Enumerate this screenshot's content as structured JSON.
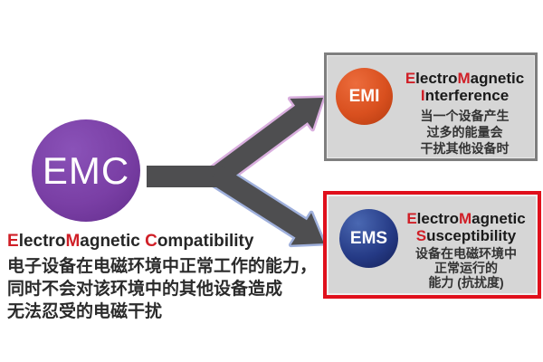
{
  "colors": {
    "accent_red": "#d01f27",
    "arrow_gray": "#4e4e50",
    "upper_arrow_glow": "#d9aede",
    "lower_arrow_glow": "#9fb0dc",
    "emc_purple": "#7a3fa5",
    "emi_orange": "#d9501f",
    "ems_navy": "#253a85",
    "box_bg": "#d6d6d6",
    "emi_border": "#7f7f7f",
    "ems_border": "#e0101c",
    "text_dark": "#262626"
  },
  "emc": {
    "circle_label": "EMC",
    "title": {
      "p0": "E",
      "p1": "lectro",
      "p2": "M",
      "p3": "agnetic ",
      "p4": "C",
      "p5": "ompatibility"
    },
    "desc_lines": [
      "电子设备在电磁环境中正常工作的能力，",
      "同时不会对该环境中的其他设备造成",
      "无法忍受的电磁干扰"
    ]
  },
  "emi": {
    "circle_label": "EMI",
    "title_line1": {
      "p0": "E",
      "p1": "lectro",
      "p2": "M",
      "p3": "agnetic"
    },
    "title_line2": {
      "p0": "I",
      "p1": "nterference"
    },
    "desc_lines": [
      "当一个设备产生",
      "过多的能量会",
      "干扰其他设备时"
    ]
  },
  "ems": {
    "circle_label": "EMS",
    "title_line1": {
      "p0": "E",
      "p1": "lectro",
      "p2": "M",
      "p3": "agnetic"
    },
    "title_line2": {
      "p0": "S",
      "p1": "usceptibility"
    },
    "desc_lines": [
      "设备在电磁环境中",
      "正常运行的",
      "能力 (抗扰度)"
    ]
  }
}
